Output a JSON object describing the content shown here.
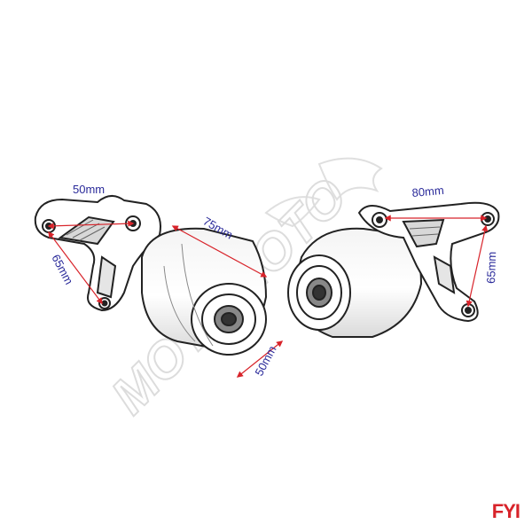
{
  "labels": {
    "left_top_width": "50mm",
    "left_side_height": "65mm",
    "slider_length": "75mm",
    "slider_diameter": "50mm",
    "right_top_width": "80mm",
    "right_side_height": "65mm"
  },
  "watermark": "MOTOMOTO",
  "badge": "FYI",
  "colors": {
    "dimension_text": "#2a2a9a",
    "arrow": "#d8232a",
    "badge": "#d8232a"
  }
}
